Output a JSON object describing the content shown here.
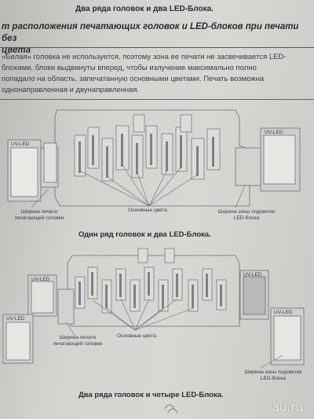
{
  "header": {
    "title": "Два ряда головок и два LED-Блока."
  },
  "section": {
    "heading_line1": "т расположения печатающих головок и LED-блоков при печати без",
    "heading_line2": "цвета",
    "paragraph_lines": [
      "«Белая» головка не используется, поэтому зона ее печати не засвечивается LED-",
      "блоками, блоки выдвинуты вперед, чтобы излучение максимально полно",
      "попадало на область, запечатанную основными цветами. Печать возможна",
      "однонаправленная и двунаправленная."
    ]
  },
  "diagram1": {
    "uv_left": "UV-LED",
    "uv_right": "UV-LED",
    "label_print_width": "Ширина печати печатающей головки",
    "label_main_colors": "Основные цвета",
    "label_zone_width": "Ширина зоны подсветки LED-блока",
    "caption": "Один ряд головок и два LED-Блока."
  },
  "diagram2": {
    "uv_left_top": "UV-LED",
    "uv_left_bottom": "UV-LED",
    "uv_right_top": "UV-LED",
    "uv_right_bottom": "UV-LED",
    "label_print_width": "Ширина печати печатающей головки",
    "label_main_colors": "Основные цвета",
    "label_zone_width": "Ширина зоны подсветки LED-блока",
    "caption": "Два ряда головок и четыре LED-Блока."
  },
  "watermark": "au.ru"
}
